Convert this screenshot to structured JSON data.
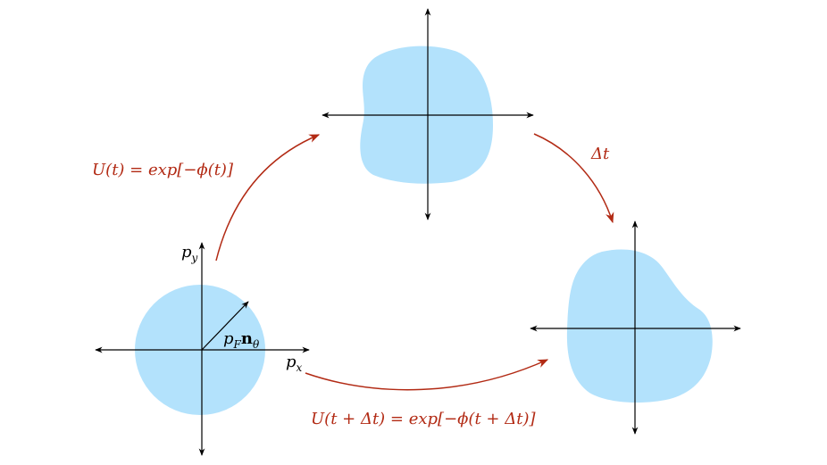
{
  "labels": {
    "py": "p",
    "py_sub": "y",
    "px": "p",
    "px_sub": "x",
    "pf_p": "p",
    "pf_sub": "F",
    "pf_n": "n",
    "pf_theta": "θ",
    "u_t": "U(t) = exp[−ϕ(t)]",
    "delta_t": "Δt",
    "u_t_dt": "U(t + Δt) = exp[−ϕ(t + Δt)]"
  },
  "colors": {
    "blob": "#b3e2fc",
    "arrow": "#b22a14",
    "axis": "#000000"
  }
}
